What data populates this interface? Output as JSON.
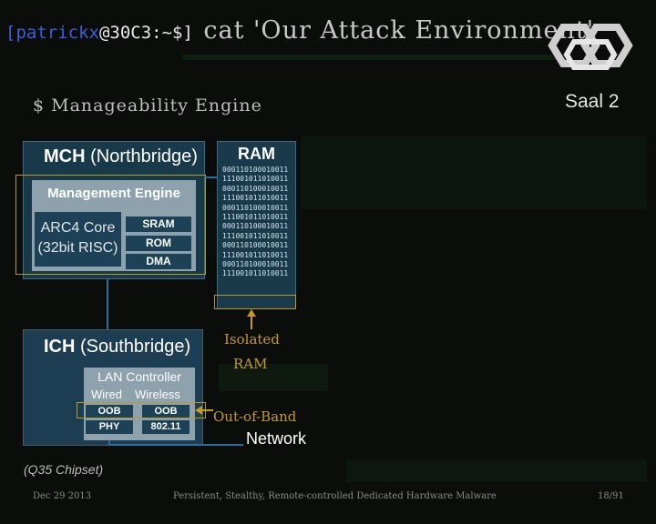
{
  "prompt": {
    "user": "[patrickx",
    "host": "@30C3:~$]",
    "command": "cat 'Our Attack Environment'"
  },
  "logo": {
    "icon": "30c3-logo-icon",
    "room": "Saal 2"
  },
  "subtitle": "$ Manageability Engine",
  "mch": {
    "title_bold": "MCH",
    "title_rest": " (Northbridge)",
    "me_title": "Management Engine",
    "core_line1": "ARC4 Core",
    "core_line2": "(32bit RISC)",
    "blocks": [
      "SRAM",
      "ROM",
      "DMA"
    ]
  },
  "ram": {
    "title": "RAM",
    "bits": [
      "000110100010011",
      "111001011010011",
      "000110100010011",
      "111001011010011",
      "000110100010011",
      "111001011010011",
      "000110100010011",
      "111001011010011",
      "000110100010011",
      "111001011010011",
      "000110100010011",
      "111001011010011"
    ],
    "isolated_line1": "Isolated",
    "isolated_line2": "RAM"
  },
  "ich": {
    "title_bold": "ICH",
    "title_rest": " (Southbridge)",
    "lan_title": "LAN Controller",
    "col_wired": "Wired",
    "col_wireless": "Wireless",
    "oob_wired": "OOB",
    "oob_wireless": "OOB",
    "phy": "PHY",
    "wifi": "802.11"
  },
  "out_of_band": "Out-of-Band",
  "network": "Network",
  "chipset": "(Q35 Chipset)",
  "footer": {
    "date": "Dec 29  2013",
    "title": "Persistent, Stealthy, Remote-controlled Dedicated Hardware Malware",
    "page": "18/91"
  },
  "colors": {
    "accent_gold": "#c69a20",
    "box_blue": "#1d4257",
    "prompt_blue": "#3a5fd8"
  }
}
